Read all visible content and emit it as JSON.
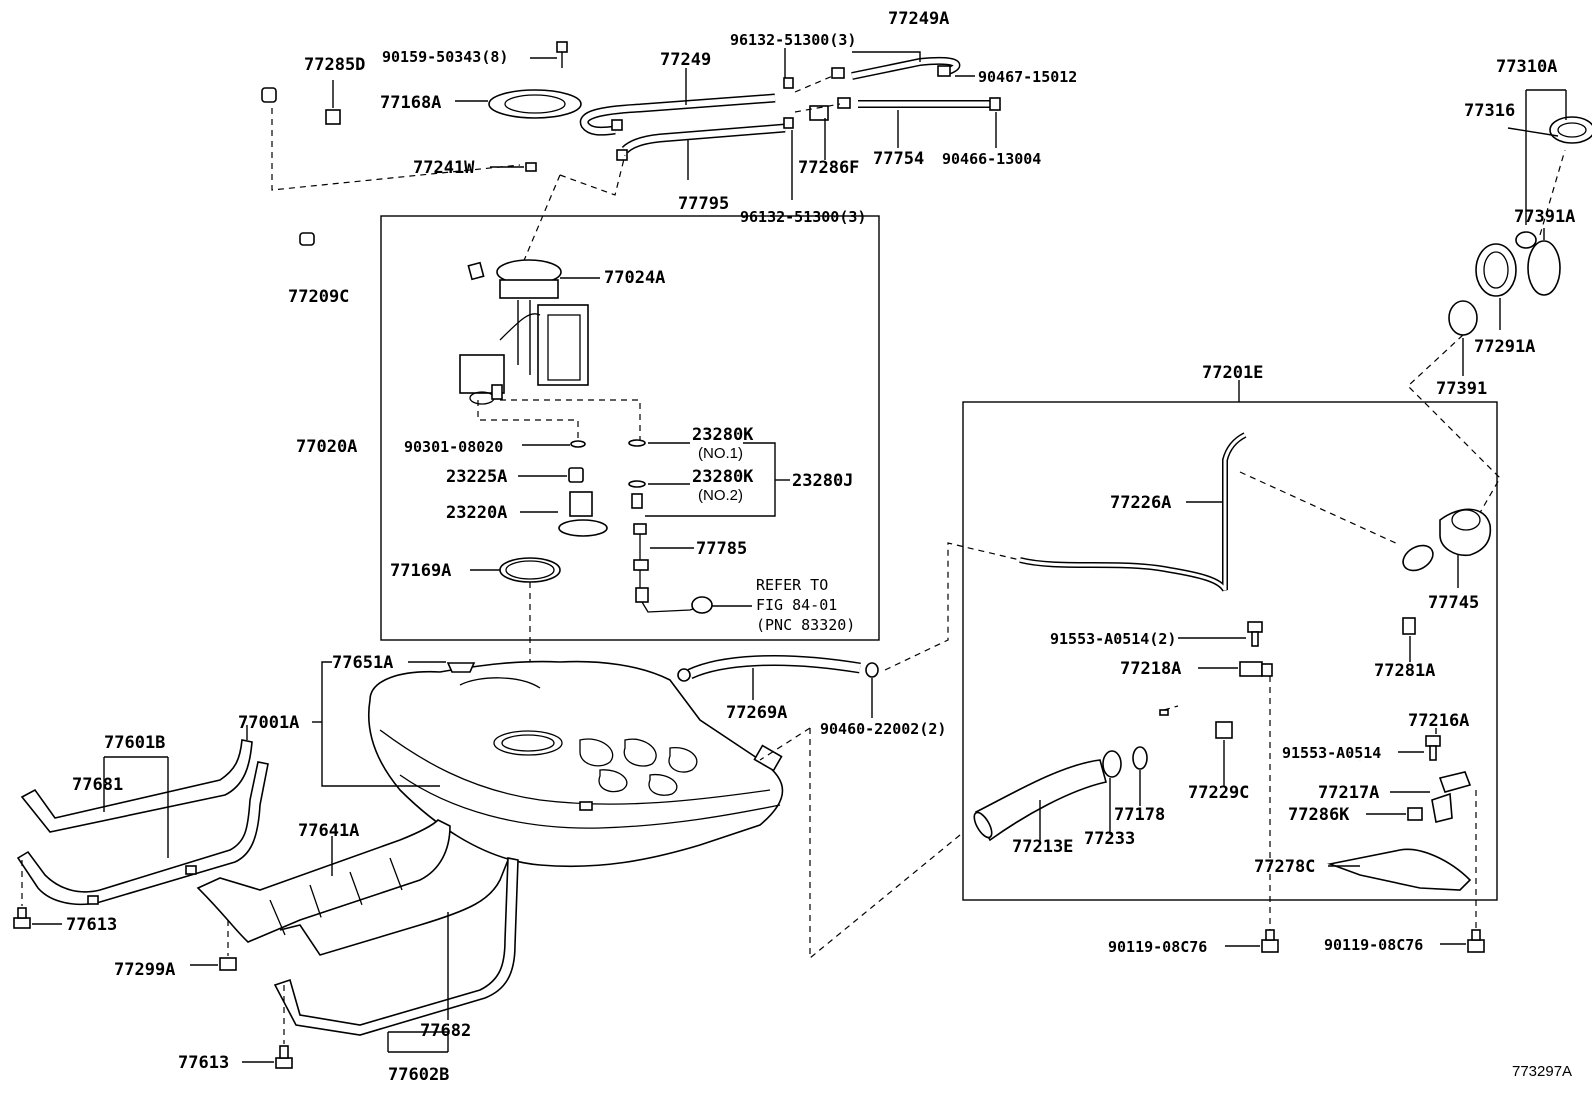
{
  "diagram": {
    "figure_id": "773297A",
    "boxes": {
      "left_box_note": [
        "REFER TO",
        "FIG 84-01",
        "(PNC 83320)"
      ]
    },
    "labels": {
      "p77285D": "77285D",
      "p90159": "90159-50343(8)",
      "p77168A": "77168A",
      "p77241W": "77241W",
      "p77209C": "77209C",
      "p77249": "77249",
      "p96132a": "96132-51300(3)",
      "p77249A": "77249A",
      "p90467": "90467-15012",
      "p77795": "77795",
      "p96132b": "96132-51300(3)",
      "p77286F": "77286F",
      "p77754": "77754",
      "p90466": "90466-13004",
      "p77310A": "77310A",
      "p77316": "77316",
      "p77391A": "77391A",
      "p77291A": "77291A",
      "p77391": "77391",
      "p77024A": "77024A",
      "p77020A": "77020A",
      "p90301": "90301-08020",
      "p23280K1": "23280K",
      "p23280K1n": "(NO.1)",
      "p23225A": "23225A",
      "p23280K2": "23280K",
      "p23280K2n": "(NO.2)",
      "p23280J": "23280J",
      "p23220A": "23220A",
      "p77785": "77785",
      "p77169A": "77169A",
      "p77201E": "77201E",
      "p77226A": "77226A",
      "p77745": "77745",
      "p91553a": "91553-A0514(2)",
      "p77218A": "77218A",
      "p77281A": "77281A",
      "p77216A": "77216A",
      "p91553b": "91553-A0514",
      "p77229C": "77229C",
      "p77217A": "77217A",
      "p77178": "77178",
      "p77286K": "77286K",
      "p77213E": "77213E",
      "p77233": "77233",
      "p77278C": "77278C",
      "p90119a": "90119-08C76",
      "p90119b": "90119-08C76",
      "p77651A": "77651A",
      "p77269A": "77269A",
      "p90460": "90460-22002(2)",
      "p77001A": "77001A",
      "p77601B": "77601B",
      "p77681": "77681",
      "p77613a": "77613",
      "p77641A": "77641A",
      "p77299A": "77299A",
      "p77682": "77682",
      "p77613b": "77613",
      "p77602B": "77602B"
    }
  }
}
